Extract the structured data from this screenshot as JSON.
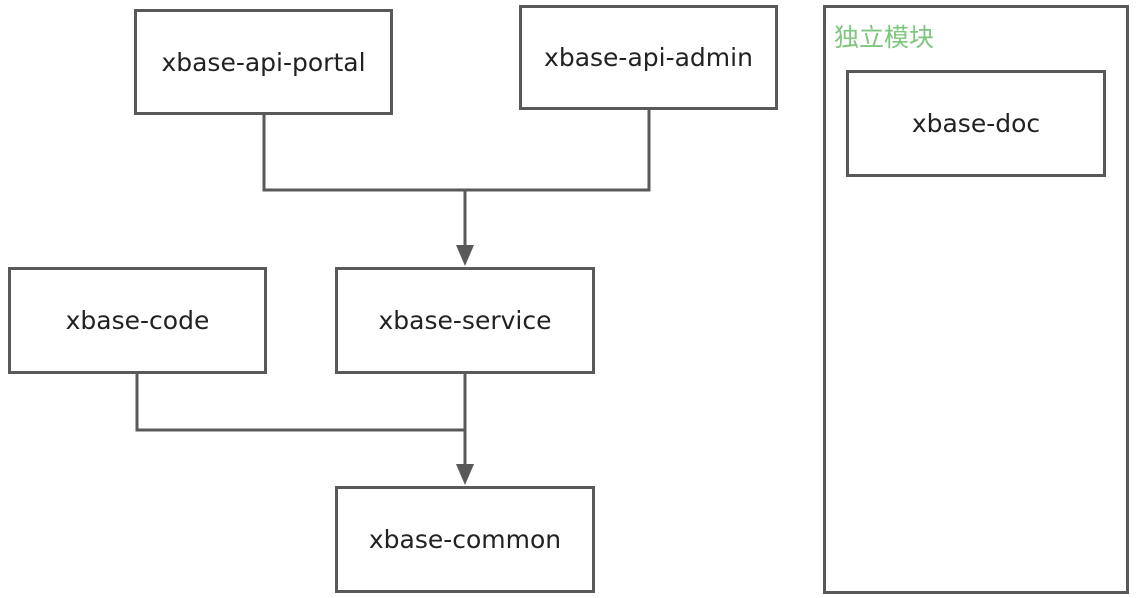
{
  "nodes": {
    "portal": "xbase-api-portal",
    "admin": "xbase-api-admin",
    "code": "xbase-code",
    "service": "xbase-service",
    "common": "xbase-common",
    "doc": "xbase-doc"
  },
  "group": {
    "label": "独立模块",
    "label_color": "#7dc67d"
  },
  "edges": [
    {
      "from": "xbase-api-portal",
      "to": "xbase-service"
    },
    {
      "from": "xbase-api-admin",
      "to": "xbase-service"
    },
    {
      "from": "xbase-service",
      "to": "xbase-common"
    },
    {
      "from": "xbase-code",
      "to": "xbase-common"
    }
  ],
  "colors": {
    "stroke": "#595959",
    "text": "#222222"
  }
}
